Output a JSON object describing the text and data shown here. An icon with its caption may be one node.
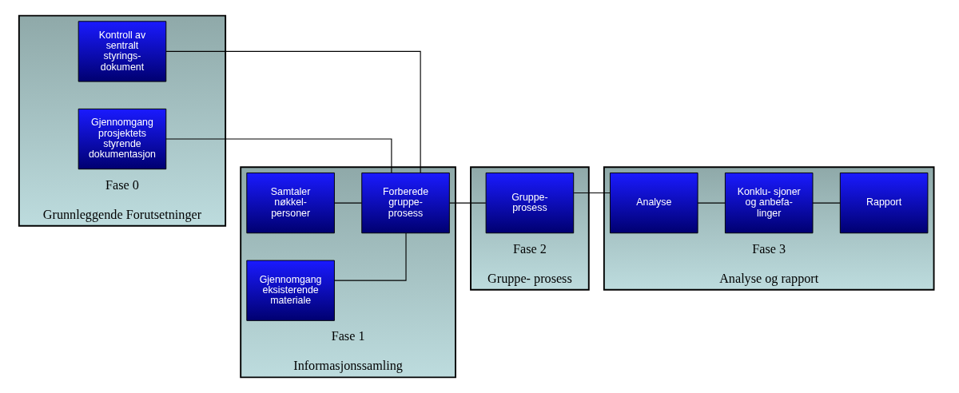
{
  "diagram": {
    "nodes": [
      {
        "text": [
          "Fase 0",
          "Grunnleggende Forutsetninger"
        ]
      },
      {
        "text": [
          "Gjennomgang prosjektets styrende dokumentasjon"
        ],
        "in": 0
      },
      {
        "text": [
          "Kontroll av sentralt styrings- dokument"
        ],
        "in": 0
      },
      {
        "text": [
          "Fase 1",
          "Informasjonssamling"
        ]
      },
      {
        "text": [
          "Gjennomgang eksisterende materiale"
        ],
        "in": 3
      },
      {
        "text": [
          "Samtaler nøkkel- personer"
        ],
        "in": 3
      },
      {
        "text": [
          "Forberede gruppe- prosess"
        ],
        "in": 3
      },
      {
        "text": [
          "Fase 2",
          "Gruppe- prosess"
        ]
      },
      {
        "text": [
          "Gruppe- prosess"
        ],
        "in": 7
      },
      {
        "text": [
          "Fase 3",
          "Analyse og rapport"
        ]
      },
      {
        "text": [
          "Analyse"
        ],
        "in": 9
      },
      {
        "text": [
          "Konklu- sjoner og anbefa- linger"
        ],
        "in": 9
      },
      {
        "text": [
          "Rapport"
        ],
        "in": 9
      }
    ],
    "edges": [
      {
        "from": 1,
        "to": 6,
        "arrow": "none"
      },
      {
        "from": 2,
        "to": 6,
        "arrow": "none"
      },
      {
        "from": 4,
        "to": 6,
        "arrow": "none"
      },
      {
        "from": 5,
        "to": 6,
        "arrow": "none"
      },
      {
        "from": 6,
        "to": 8,
        "arrow": "none"
      },
      {
        "from": 8,
        "to": 10,
        "arrow": "none"
      },
      {
        "from": 10,
        "to": 11,
        "arrow": "none"
      },
      {
        "from": 11,
        "to": 12,
        "arrow": "none"
      }
    ]
  }
}
